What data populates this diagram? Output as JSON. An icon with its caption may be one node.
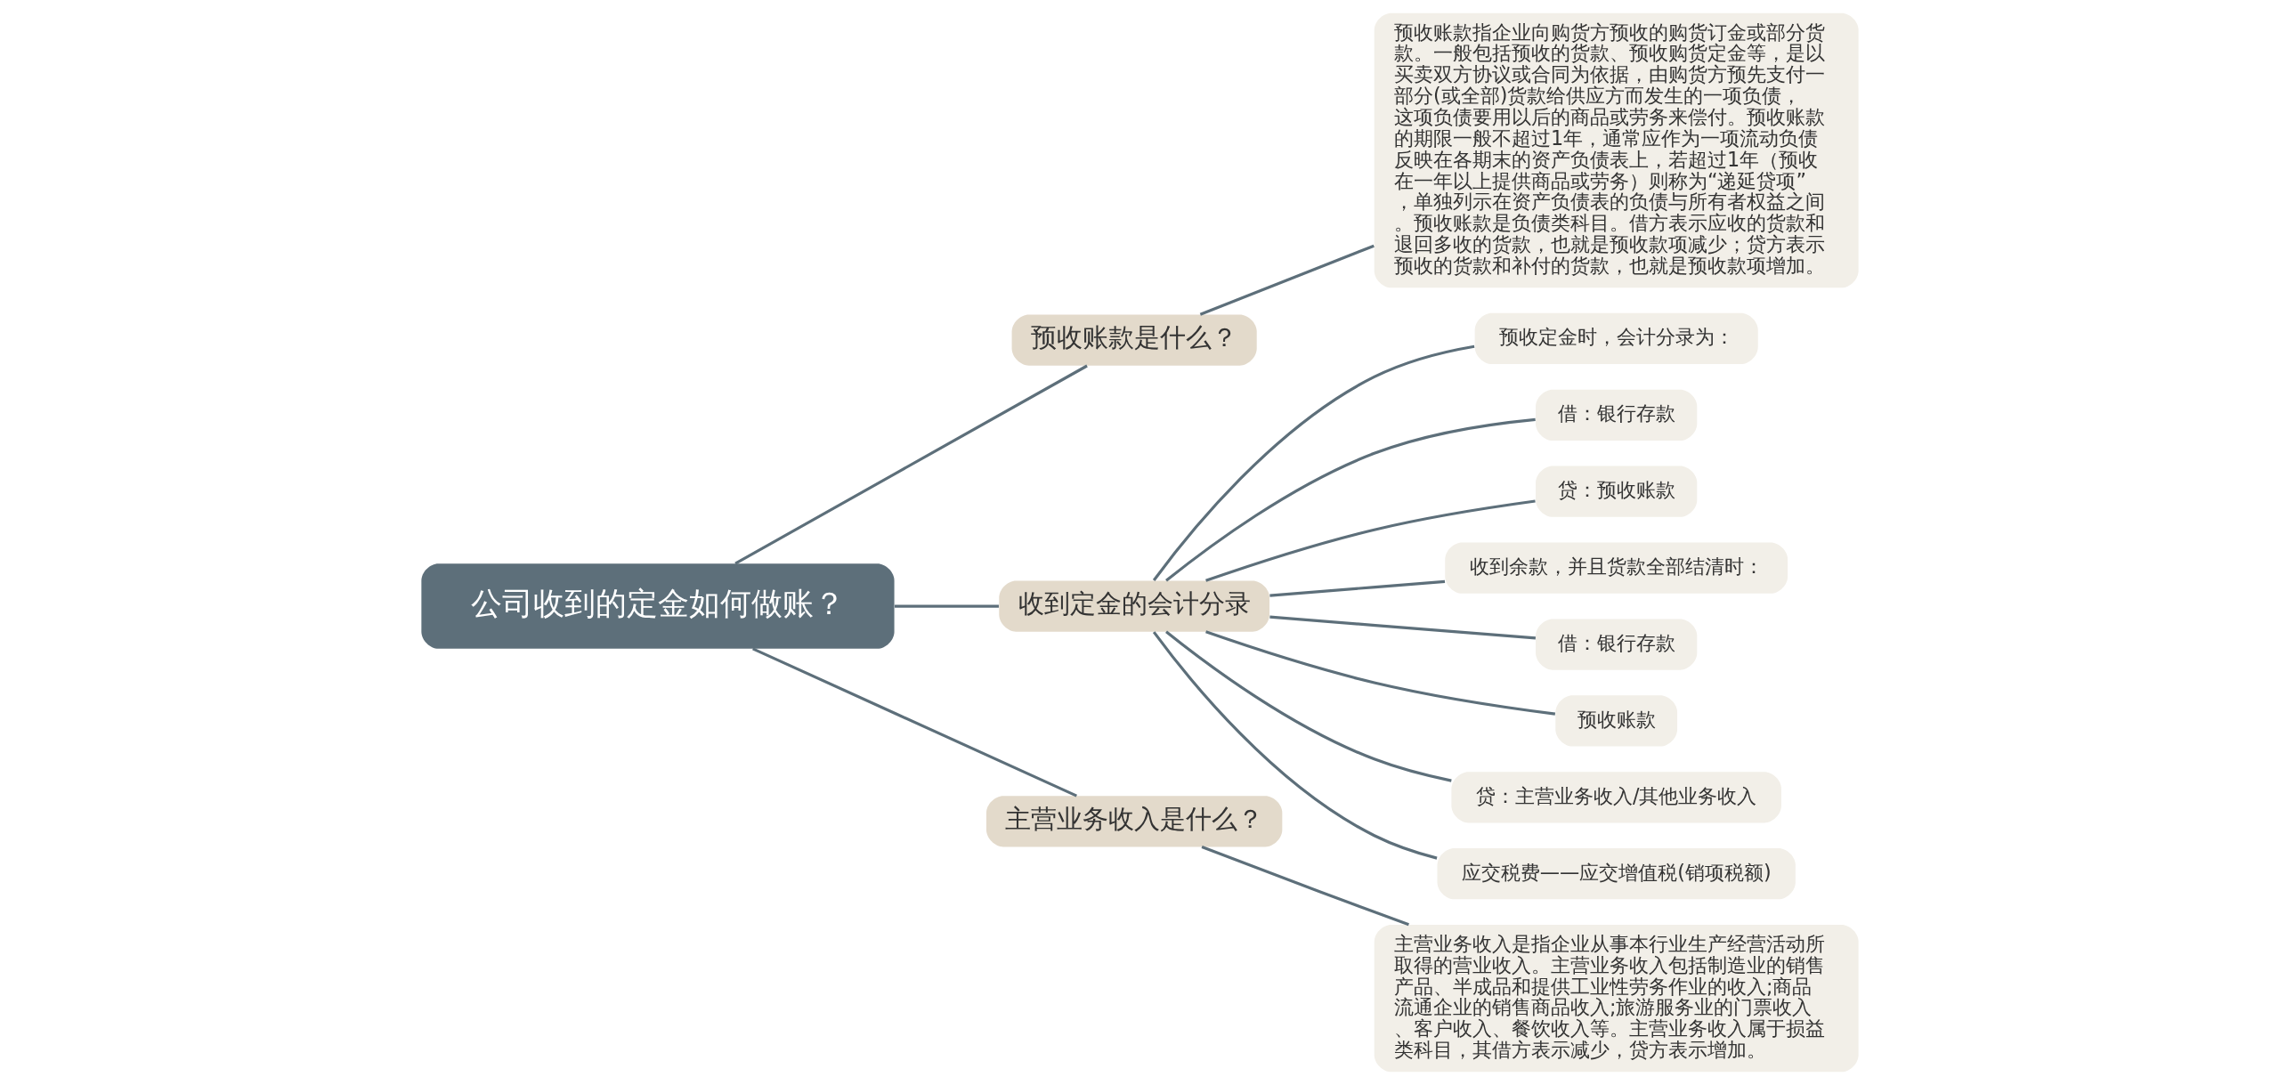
{
  "diagram": {
    "nodes": [
      {
        "text": [
          "公司收到的定金如何做账？"
        ]
      },
      {
        "text": [
          "预收账款是什么？"
        ]
      },
      {
        "text": [
          "预收账款指企业向购货方预收的购货订金或部分货款。一般包括预收的货款、预收购货定金等，是以买卖双方协议或合同为依据，由购货方预先支付一部分(或全部)货款给供应方而发生的一项负债，这项负债要用以后的商品或劳务来偿付。预收账款的期限一般不超过1年，通常应作为一项流动负债反映在各期末的资产负债表上，若超过1年（预收在一年以上提供商品或劳务）则称为“递延贷项”，单独列示在资产负债表的负债与所有者权益之间。预收账款是负债类科目。借方表示应收的货款和退回多收的货款，也就是预收款项减少；贷方表示预收的货款和补付的货款，也就是预收款项增加。"
        ]
      },
      {
        "text": [
          "收到定金的会计分录"
        ]
      },
      {
        "text": [
          "预收定金时，会计分录为："
        ]
      },
      {
        "text": [
          "借：银行存款"
        ]
      },
      {
        "text": [
          "贷：预收账款"
        ]
      },
      {
        "text": [
          "收到余款，并且货款全部结清时："
        ]
      },
      {
        "text": [
          "借：银行存款"
        ]
      },
      {
        "text": [
          "预收账款"
        ]
      },
      {
        "text": [
          "贷：主营业务收入/其他业务收入"
        ]
      },
      {
        "text": [
          "应交税费——应交增值税(销项税额)"
        ]
      },
      {
        "text": [
          "主营业务收入是什么？"
        ]
      },
      {
        "text": [
          "主营业务收入是指企业从事本行业生产经营活动所取得的营业收入。主营业务收入包括制造业的销售产品、半成品和提供工业性劳务作业的收入;商品流通企业的销售商品收入;旅游服务业的门票收入、客户收入、餐饮收入等。主营业务收入属于损益类科目，其借方表示减少，贷方表示增加。"
        ]
      }
    ],
    "edges": [
      {
        "from": 0,
        "to": 1,
        "arrow": "none"
      },
      {
        "from": 1,
        "to": 2,
        "arrow": "none"
      },
      {
        "from": 0,
        "to": 3,
        "arrow": "none"
      },
      {
        "from": 3,
        "to": 4,
        "arrow": "none"
      },
      {
        "from": 3,
        "to": 5,
        "arrow": "none"
      },
      {
        "from": 3,
        "to": 6,
        "arrow": "none"
      },
      {
        "from": 3,
        "to": 7,
        "arrow": "none"
      },
      {
        "from": 3,
        "to": 8,
        "arrow": "none"
      },
      {
        "from": 3,
        "to": 9,
        "arrow": "none"
      },
      {
        "from": 3,
        "to": 10,
        "arrow": "none"
      },
      {
        "from": 3,
        "to": 11,
        "arrow": "none"
      },
      {
        "from": 0,
        "to": 12,
        "arrow": "none"
      },
      {
        "from": 12,
        "to": 13,
        "arrow": "none"
      }
    ]
  }
}
